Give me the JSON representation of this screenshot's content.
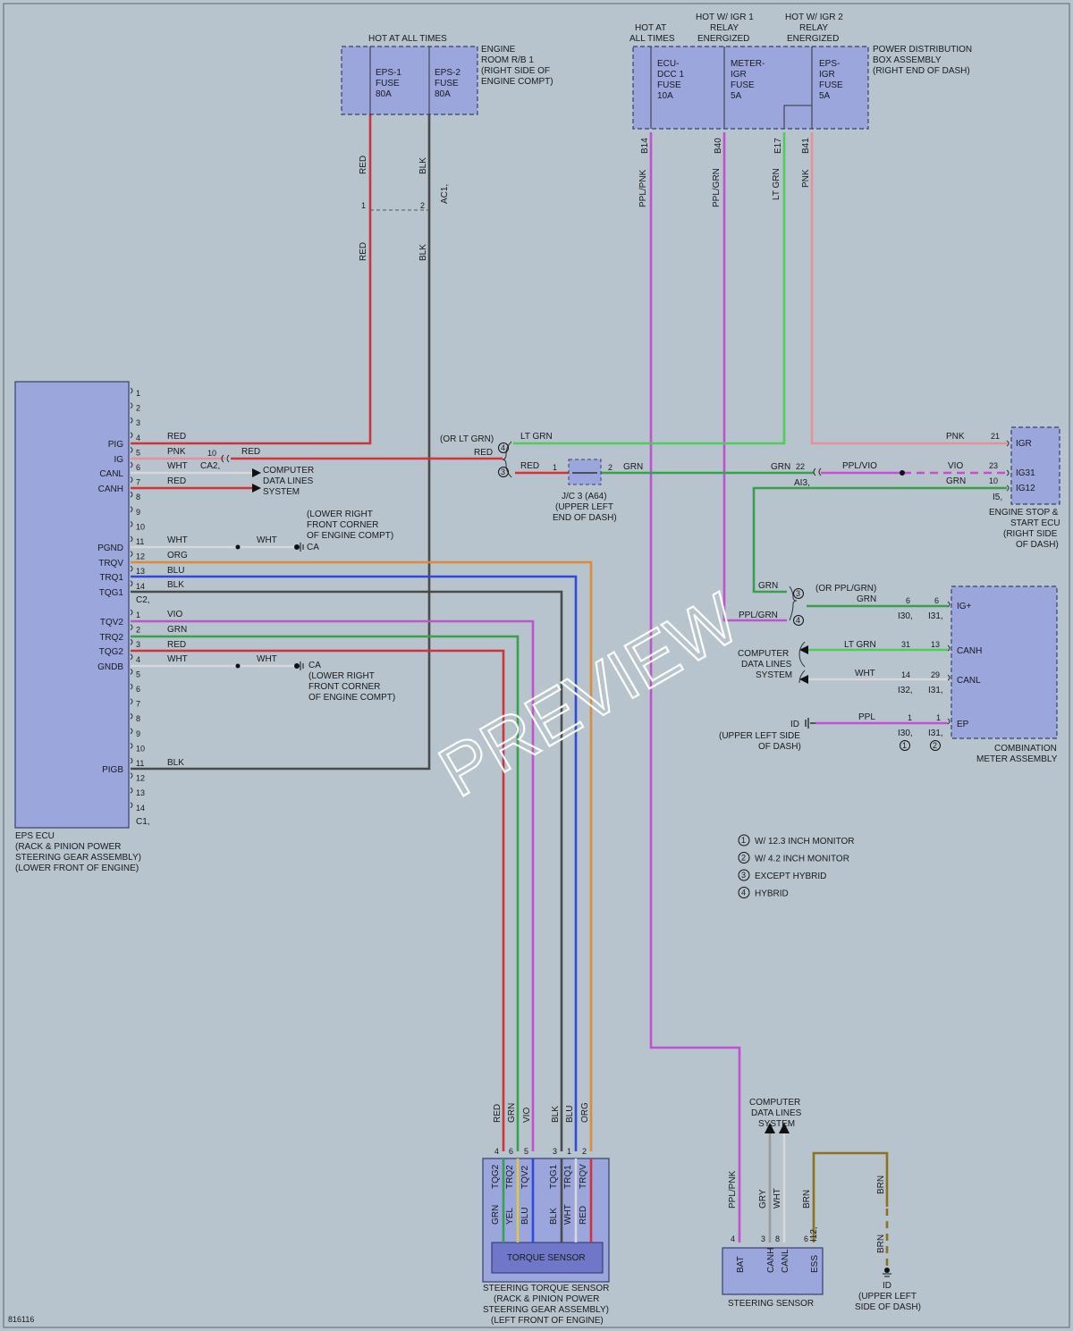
{
  "diagram_id": "816116",
  "watermark": "PREVIEW",
  "colors": {
    "RED": "#d0333a",
    "BLK": "#4a4a4a",
    "PNK": "#e7909a",
    "WHT": "#d8d8d8",
    "GRN": "#3aa04e",
    "LTGRN": "#52cc58",
    "BLU": "#2f49d8",
    "ORG": "#de8a38",
    "VIO": "#c251d0",
    "PPL": "#c251d0",
    "YEL": "#d8cc40",
    "BRN": "#8a7420",
    "GRY": "#9a9a9a",
    "box_fill": "#9ba6dd",
    "box_stroke": "#3a3f6e",
    "background": "#b7c3cd"
  },
  "components": {
    "engine_room_rb": {
      "header": "HOT AT ALL TIMES",
      "label": [
        "ENGINE",
        "ROOM R/B 1",
        "(RIGHT SIDE OF",
        "ENGINE COMPT)"
      ],
      "fuses": [
        [
          "EPS-1",
          "FUSE",
          "80A"
        ],
        [
          "EPS-2",
          "FUSE",
          "80A"
        ]
      ]
    },
    "power_dist": {
      "headers": [
        [
          "HOT AT",
          "ALL TIMES"
        ],
        [
          "HOT W/ IGR 1",
          "RELAY",
          "ENERGIZED"
        ],
        [
          "HOT W/ IGR 2",
          "RELAY",
          "ENERGIZED"
        ]
      ],
      "label": [
        "POWER DISTRIBUTION",
        "BOX ASSEMBLY",
        "(RIGHT END OF DASH)"
      ],
      "fuses": [
        [
          "ECU-",
          "DCC 1",
          "FUSE",
          "10A"
        ],
        [
          "METER-",
          "IGR",
          "FUSE",
          "5A"
        ],
        [
          "EPS-",
          "IGR",
          "FUSE",
          "5A"
        ]
      ],
      "pins": [
        "B14",
        "B40",
        "E17",
        "B41"
      ]
    },
    "eps_ecu": {
      "label": [
        "EPS ECU",
        "(RACK & PINION POWER",
        "STEERING GEAR ASSEMBLY)",
        "(LOWER FRONT OF ENGINE)"
      ],
      "pins_c2": [
        "1",
        "2",
        "3",
        "4",
        "5",
        "6",
        "7",
        "8",
        "9",
        "10",
        "11",
        "12",
        "13",
        "14"
      ],
      "pins_c1": [
        "1",
        "2",
        "3",
        "4",
        "5",
        "6",
        "7",
        "8",
        "9",
        "10",
        "11",
        "12",
        "13",
        "14"
      ],
      "conn_c2": "C2,",
      "conn_c1": "C1,",
      "signals": [
        "PIG",
        "IG",
        "CANL",
        "CANH",
        "PGND",
        "TRQV",
        "TRQ1",
        "TQG1",
        "TQV2",
        "TRQ2",
        "TQG2",
        "GNDB",
        "PIGB"
      ]
    },
    "engine_stop_ecu": {
      "label": [
        "ENGINE STOP &",
        "START ECU",
        "(RIGHT SIDE",
        "OF DASH)"
      ],
      "pins": [
        "IGR",
        "IG31",
        "IG12"
      ],
      "connector": "I5,"
    },
    "combination_meter": {
      "label": [
        "COMBINATION",
        "METER ASSEMBLY"
      ],
      "pins": [
        "IG+",
        "CANH",
        "CANL",
        "EP"
      ]
    },
    "steering_torque_sensor": {
      "label": [
        "STEERING TORQUE SENSOR",
        "(RACK & PINION POWER",
        "STEERING GEAR ASSEMBLY)",
        "(LEFT FRONT OF ENGINE)"
      ],
      "inner": "TORQUE SENSOR",
      "pins": [
        "TQG2",
        "TRQ2",
        "TQV2",
        "TQG1",
        "TRQ1",
        "TRQV"
      ],
      "inner_wires": [
        "GRN",
        "YEL",
        "BLU",
        "BLK",
        "WHT",
        "RED"
      ]
    },
    "steering_sensor": {
      "label": "STEERING SENSOR",
      "pins": [
        "BAT",
        "CANH",
        "CANL",
        "ESS"
      ],
      "connector": "I12,"
    },
    "jc3": {
      "label": [
        "J/C 3 (A64)",
        "(UPPER LEFT",
        "END OF DASH)"
      ]
    }
  },
  "annotations": {
    "computer_data_lines": [
      "COMPUTER",
      "DATA LINES",
      "SYSTEM"
    ],
    "lower_right_front": [
      "(LOWER RIGHT",
      "FRONT CORNER",
      "OF ENGINE COMPT)"
    ],
    "ground_ca": "CA",
    "ground_id": "ID",
    "id_upper_left_dash": [
      "(UPPER LEFT SIDE",
      "OF DASH)"
    ],
    "id_upper_left_side_dash": [
      "(UPPER LEFT",
      "SIDE OF DASH)"
    ],
    "or_lt_grn": "(OR LT GRN)",
    "or_ppl_grn": "(OR PPL/GRN)",
    "conn_ca2": "CA2,",
    "conn_ac1": "AC1,",
    "conn_ai3": "AI3,",
    "conn_i30": "I30,",
    "conn_i31": "I31,",
    "conn_i32": "I32,"
  },
  "legend": [
    {
      "num": "1",
      "text": "W/ 12.3 INCH MONITOR"
    },
    {
      "num": "2",
      "text": "W/ 4.2 INCH MONITOR"
    },
    {
      "num": "3",
      "text": "EXCEPT HYBRID"
    },
    {
      "num": "4",
      "text": "HYBRID"
    }
  ]
}
